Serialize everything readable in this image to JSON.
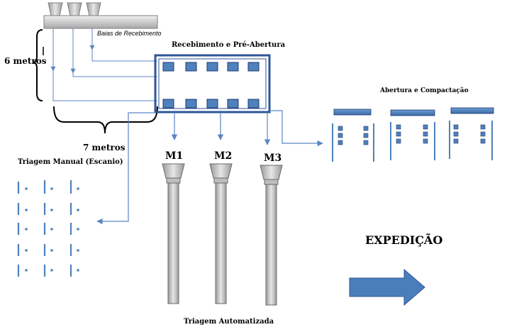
{
  "labels": {
    "baias": "Baias de Recebimento",
    "recebimento": "Recebimento e Pré-Abertura",
    "seis_metros": "6 metros",
    "sete_metros": "7 metros",
    "abertura": "Abertura e Compactação",
    "triagem_manual": "Triagem Manual (Escanio)",
    "m1": "M1",
    "m2": "M2",
    "m3": "M3",
    "expedicao": "EXPEDIÇÃO",
    "triagem_auto": "Triagem Automatizada"
  },
  "colors": {
    "blue": "#4f81bd",
    "dark_blue": "#2e5597",
    "line": "#5b86c4",
    "grey": "#c8c8c8",
    "grey_dark": "#8c8c8c",
    "arrow_fill": "#4a7ebb"
  }
}
